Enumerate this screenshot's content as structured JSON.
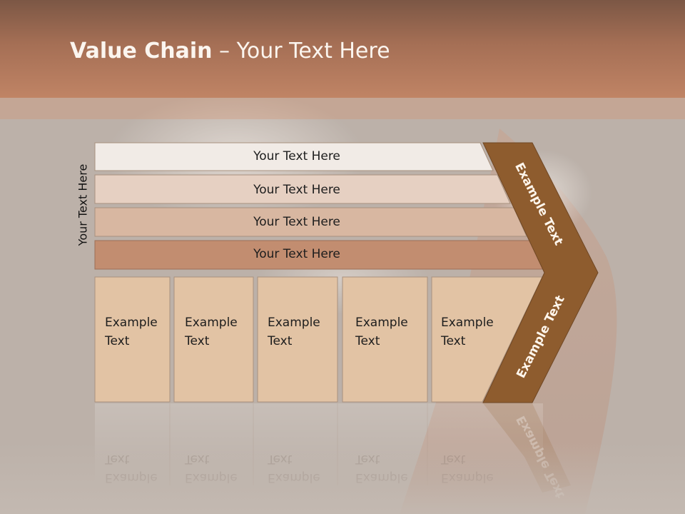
{
  "title": {
    "bold": "Value Chain",
    "rest": " – Your Text Here"
  },
  "side_label": "Your Text Here",
  "rows": [
    {
      "label": "Your Text Here",
      "fill": "#f1ebe6"
    },
    {
      "label": "Your Text Here",
      "fill": "#e6d0c2"
    },
    {
      "label": "Your Text Here",
      "fill": "#d8b7a1"
    },
    {
      "label": "Your Text Here",
      "fill": "#c28d70"
    }
  ],
  "activities": [
    {
      "line1": "Example",
      "line2": "Text"
    },
    {
      "line1": "Example",
      "line2": "Text"
    },
    {
      "line1": "Example",
      "line2": "Text"
    },
    {
      "line1": "Example",
      "line2": "Text"
    },
    {
      "line1": "Example",
      "line2": "Text"
    }
  ],
  "margin_arrow": {
    "upper": "Example Text",
    "lower": "Example Text",
    "fill": "#8e5c2e"
  },
  "colors": {
    "cell_fill": "#e2c3a4",
    "cell_border": "#a8917e",
    "header": "#a56f55"
  }
}
